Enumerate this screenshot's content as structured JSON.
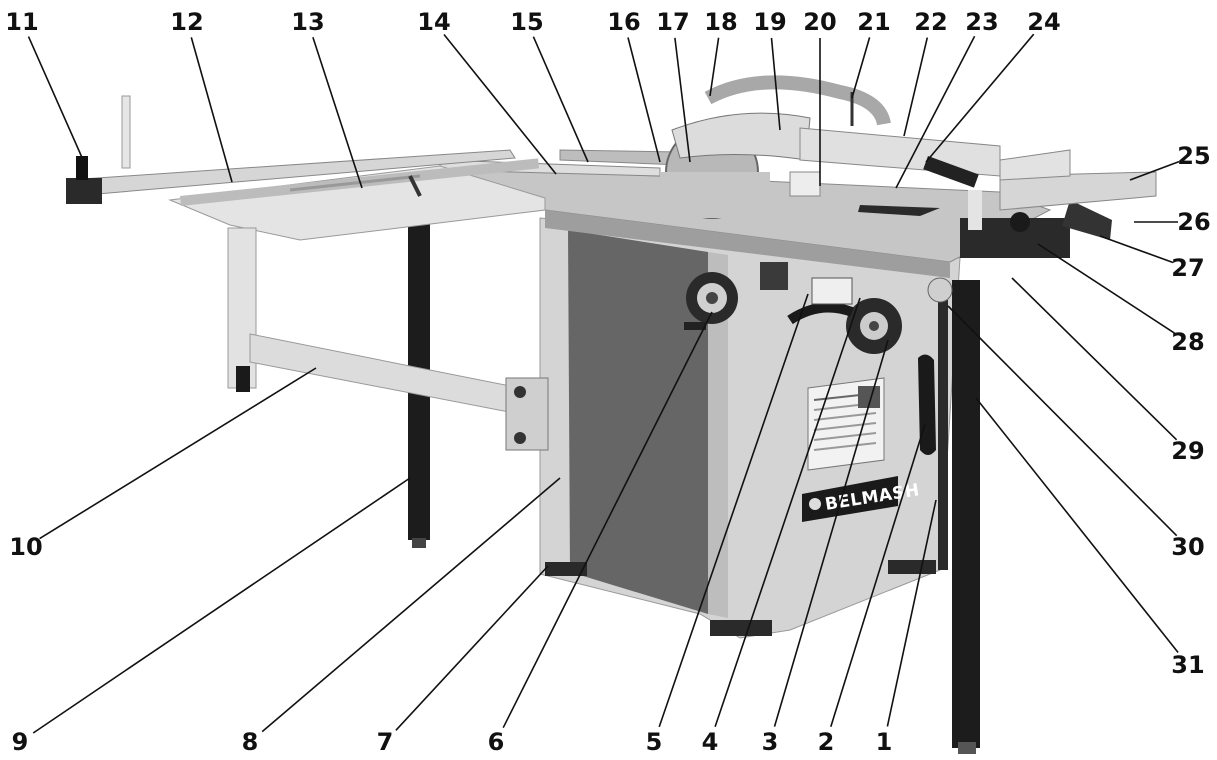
{
  "diagram": {
    "machine_brand": "BELMASH",
    "colors": {
      "body_light": "#d2d2d2",
      "body_mid": "#b9b9b9",
      "panel_dark": "#666666",
      "metal": "#c4c4c4",
      "black": "#1a1a1a",
      "leader": "#111111"
    },
    "callouts": [
      {
        "id": "c1",
        "number": "1"
      },
      {
        "id": "c2",
        "number": "2"
      },
      {
        "id": "c3",
        "number": "3"
      },
      {
        "id": "c4",
        "number": "4"
      },
      {
        "id": "c5",
        "number": "5"
      },
      {
        "id": "c6",
        "number": "6"
      },
      {
        "id": "c7",
        "number": "7"
      },
      {
        "id": "c8",
        "number": "8"
      },
      {
        "id": "c9",
        "number": "9"
      },
      {
        "id": "c10",
        "number": "10"
      },
      {
        "id": "c11",
        "number": "11"
      },
      {
        "id": "c12",
        "number": "12"
      },
      {
        "id": "c13",
        "number": "13"
      },
      {
        "id": "c14",
        "number": "14"
      },
      {
        "id": "c15",
        "number": "15"
      },
      {
        "id": "c16",
        "number": "16"
      },
      {
        "id": "c17",
        "number": "17"
      },
      {
        "id": "c18",
        "number": "18"
      },
      {
        "id": "c19",
        "number": "19"
      },
      {
        "id": "c20",
        "number": "20"
      },
      {
        "id": "c21",
        "number": "21"
      },
      {
        "id": "c22",
        "number": "22"
      },
      {
        "id": "c23",
        "number": "23"
      },
      {
        "id": "c24",
        "number": "24"
      },
      {
        "id": "c25",
        "number": "25"
      },
      {
        "id": "c26",
        "number": "26"
      },
      {
        "id": "c27",
        "number": "27"
      },
      {
        "id": "c28",
        "number": "28"
      },
      {
        "id": "c29",
        "number": "29"
      },
      {
        "id": "c30",
        "number": "30"
      },
      {
        "id": "c31",
        "number": "31"
      }
    ]
  }
}
